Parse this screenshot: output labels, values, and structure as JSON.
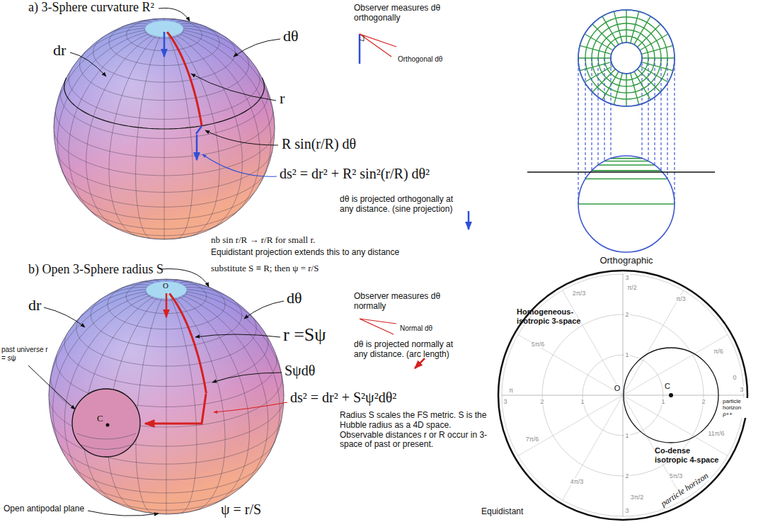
{
  "diagram": {
    "labels": [
      "a) 3-Sphere curvature R²",
      "dr",
      "dθ",
      "r",
      "R sin(r/R) dθ",
      "ds² = dr² + R² sin²(r/R) dθ²",
      "Observer measures dθ orthogonally",
      "Orthogonal dθ",
      "dθ is projected orthogonally at any distance. (sine projection)",
      "nb sin r/R → r/R for small r.",
      "Equidistant projection extends this to any distance",
      "Orthographic",
      "b) Open 3-Sphere radius S",
      "substitute S ≡ R; then ψ = r/S",
      "dr",
      "O",
      "dθ",
      "r =Sψ",
      "Sψdθ",
      "past universe r = sψ",
      "C",
      "ds² = dr² + S²ψ²dθ²",
      "Observer measures dθ normally",
      "Normal dθ",
      "dθ is projected normally at any distance. (arc length)",
      "Radius S scales the FS metric. S is the Hubble radius as a 4D space. Observable distances r or R occur in 3-space of past or present.",
      "ψ = r/S",
      "Open antipodal plane",
      "Equidistant",
      "Homogeneous-isotropic 3-space",
      "Co-dense isotropic 4-space",
      "O",
      "C",
      "particle horizon ρ++",
      "particle horizon",
      "π/2",
      "π/3",
      "π/6",
      "0",
      "11π/6",
      "5π/3",
      "3π/2",
      "4π/3",
      "7π/6",
      "π",
      "5π/6",
      "2π/3",
      "1",
      "2",
      "3",
      "3",
      "2",
      "1",
      "1",
      "2",
      "3",
      "1",
      "2",
      "3"
    ]
  }
}
